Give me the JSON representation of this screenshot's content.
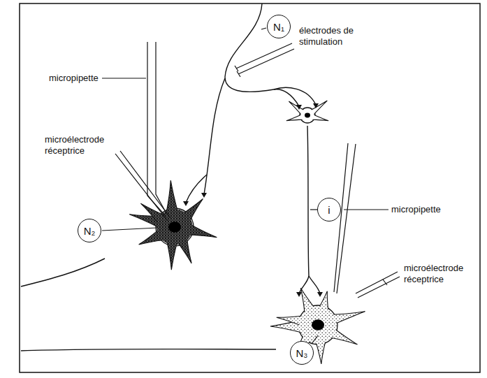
{
  "diagram": {
    "nodes": [
      {
        "text": [
          "N₁"
        ]
      },
      {
        "text": [
          "i"
        ]
      },
      {
        "text": [
          "N₂"
        ]
      },
      {
        "text": [
          "N₃"
        ]
      }
    ],
    "labels": [
      "électrodes de stimulation",
      "micropipette",
      "microélectrode réceptrice",
      "micropipette",
      "microélectrode réceptrice"
    ]
  }
}
